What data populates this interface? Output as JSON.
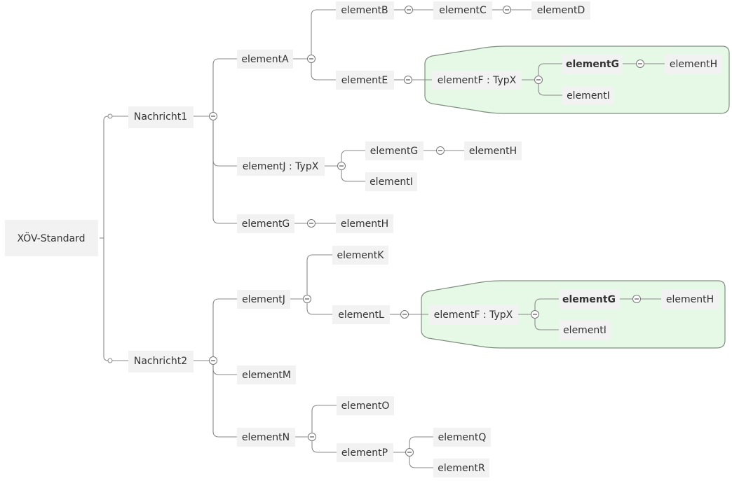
{
  "colors": {
    "connector": "#8a8a8a",
    "node_background": "#f2f2f2",
    "highlight_fill": "#e6f8e6",
    "text": "#333333"
  },
  "nodes": {
    "root": "XÖV-Standard",
    "nachricht1": "Nachricht1",
    "nachricht2": "Nachricht2",
    "n1_elementA": "elementA",
    "n1_elementB": "elementB",
    "n1_elementC": "elementC",
    "n1_elementD": "elementD",
    "n1_elementE": "elementE",
    "n1_hl_elementF": "elementF : TypX",
    "n1_hl_elementG": "elementG",
    "n1_hl_elementH": "elementH",
    "n1_hl_elementI": "elementI",
    "n1_elementJ": "elementJ : TypX",
    "n1_j_elementG": "elementG",
    "n1_j_elementH": "elementH",
    "n1_j_elementI": "elementI",
    "n1_elementG": "elementG",
    "n1_g_elementH": "elementH",
    "n2_elementJ": "elementJ",
    "n2_elementK": "elementK",
    "n2_elementL": "elementL",
    "n2_hl_elementF": "elementF : TypX",
    "n2_hl_elementG": "elementG",
    "n2_hl_elementH": "elementH",
    "n2_hl_elementI": "elementI",
    "n2_elementM": "elementM",
    "n2_elementN": "elementN",
    "n2_elementO": "elementO",
    "n2_elementP": "elementP",
    "n2_elementQ": "elementQ",
    "n2_elementR": "elementR"
  }
}
